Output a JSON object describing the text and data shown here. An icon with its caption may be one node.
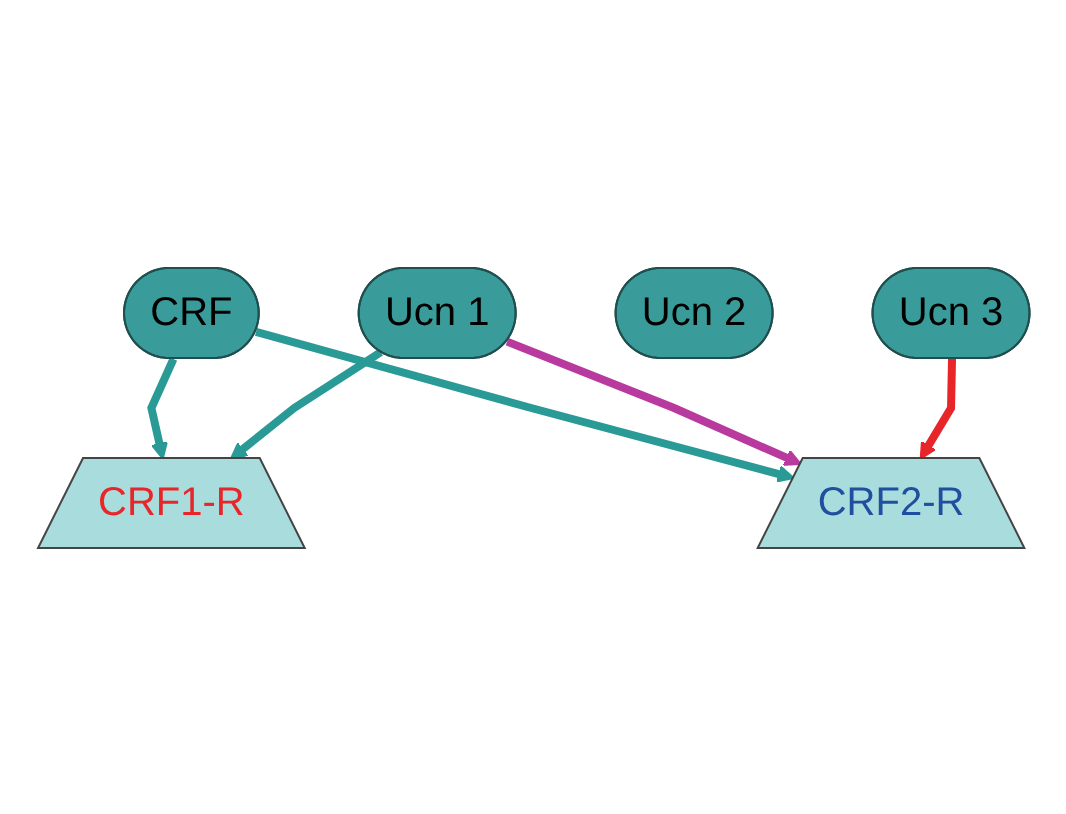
{
  "diagram": {
    "nodes": [
      {
        "text": [
          "CRF"
        ]
      },
      {
        "text": [
          "Ucn 1"
        ]
      },
      {
        "text": [
          "Ucn 2"
        ]
      },
      {
        "text": [
          "Ucn 3"
        ]
      },
      {
        "text": [
          "CRF1-R"
        ]
      },
      {
        "text": [
          "CRF2-R"
        ]
      }
    ],
    "edges": [
      {
        "from": 0,
        "to": 4,
        "arrow": "to"
      },
      {
        "from": 0,
        "to": 5,
        "arrow": "to"
      },
      {
        "from": 1,
        "to": 4,
        "arrow": "to"
      },
      {
        "from": 1,
        "to": 5,
        "arrow": "to",
        "color": "#b83a9e"
      },
      {
        "from": 3,
        "to": 5,
        "arrow": "to",
        "color": "#e8262a"
      }
    ]
  }
}
